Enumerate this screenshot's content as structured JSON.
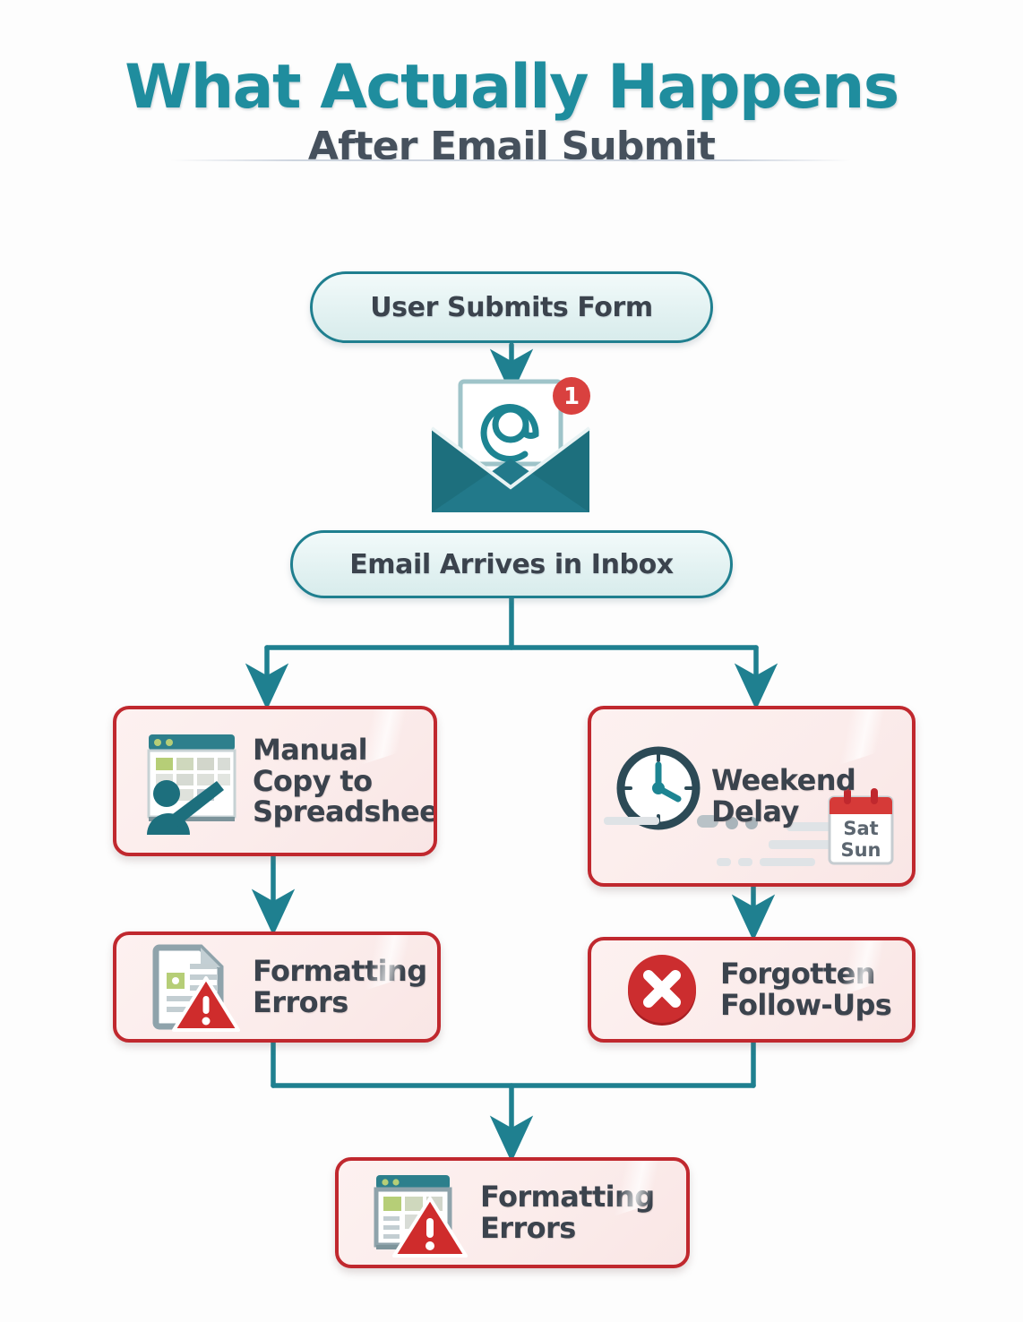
{
  "header": {
    "title_main": "What Actually Happens",
    "title_sub": "After Email Submit"
  },
  "colors": {
    "teal": "#1f8d9e",
    "teal_dark": "#1f7f8f",
    "slate": "#46515d",
    "red": "#c0282e",
    "red_badge": "#d9413f",
    "card_fill": "#fbeceb",
    "pill_fill": "#e3f2f2",
    "green_cell": "#b6ce77",
    "gray_cell": "#c9ccc4"
  },
  "flow": {
    "nodes": [
      {
        "id": "submit",
        "label": "User Submits Form",
        "type": "pill"
      },
      {
        "id": "inbox",
        "label": "Email Arrives in Inbox",
        "type": "pill"
      },
      {
        "id": "manual",
        "label": "Manual\nCopy to\nSpreadsheet",
        "label_lines": [
          "Manual",
          "Copy to",
          "Spreadsheet"
        ],
        "type": "card",
        "icon": "spreadsheet-person-icon"
      },
      {
        "id": "weekend",
        "label": "Weekend\nDelay",
        "label_lines": [
          "Weekend",
          "Delay"
        ],
        "type": "card",
        "icon": "clock-icon"
      },
      {
        "id": "format1",
        "label": "Formatting\nErrors",
        "label_lines": [
          "Formatting",
          "Errors"
        ],
        "type": "card",
        "icon": "document-warning-icon"
      },
      {
        "id": "forgot",
        "label": "Forgotten\nFollow-Ups",
        "label_lines": [
          "Forgotten",
          "Follow-Ups"
        ],
        "type": "card",
        "icon": "error-circle-icon"
      },
      {
        "id": "format2",
        "label": "Formatting\nErrors",
        "label_lines": [
          "Formatting",
          "Errors"
        ],
        "type": "card",
        "icon": "spreadsheet-warning-icon"
      }
    ],
    "edges": [
      {
        "from": "submit",
        "to": "envelope"
      },
      {
        "from": "inbox",
        "to": "manual"
      },
      {
        "from": "inbox",
        "to": "weekend"
      },
      {
        "from": "manual",
        "to": "format1"
      },
      {
        "from": "weekend",
        "to": "forgot"
      },
      {
        "from": "format1",
        "to": "format2"
      },
      {
        "from": "forgot",
        "to": "format2"
      }
    ]
  },
  "envelope": {
    "icon": "envelope-open-icon",
    "at_symbol": "@",
    "badge_count": "1"
  },
  "calendar": {
    "icon": "calendar-icon",
    "day1": "Sat",
    "day2": "Sun"
  }
}
